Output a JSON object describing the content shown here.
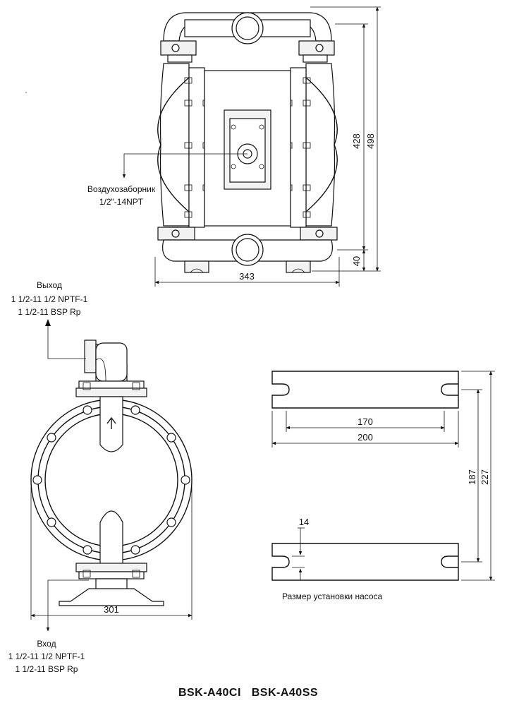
{
  "front_view": {
    "air_inlet_label": "Воздухозаборник",
    "air_inlet_size": "1/2\"-14NPT",
    "dim_width": "343",
    "dim_height_inner": "428",
    "dim_height_total": "498",
    "dim_base": "40"
  },
  "side_view": {
    "outlet_title": "Выход",
    "outlet_spec1": "1 1/2-11 1/2 NPTF-1",
    "outlet_spec2": "1 1/2-11 BSP Rp",
    "inlet_title": "Вход",
    "inlet_spec1": "1 1/2-11 1/2 NPTF-1",
    "inlet_spec2": "1 1/2-11 BSP Rp",
    "dim_width": "301"
  },
  "mounting": {
    "dim_slot_spacing": "170",
    "dim_length": "200",
    "dim_slot_width": "14",
    "dim_inner_span": "187",
    "dim_outer_span": "227",
    "caption": "Размер установки насоса"
  },
  "title": "BSK-A40CI   BSK-A40SS"
}
